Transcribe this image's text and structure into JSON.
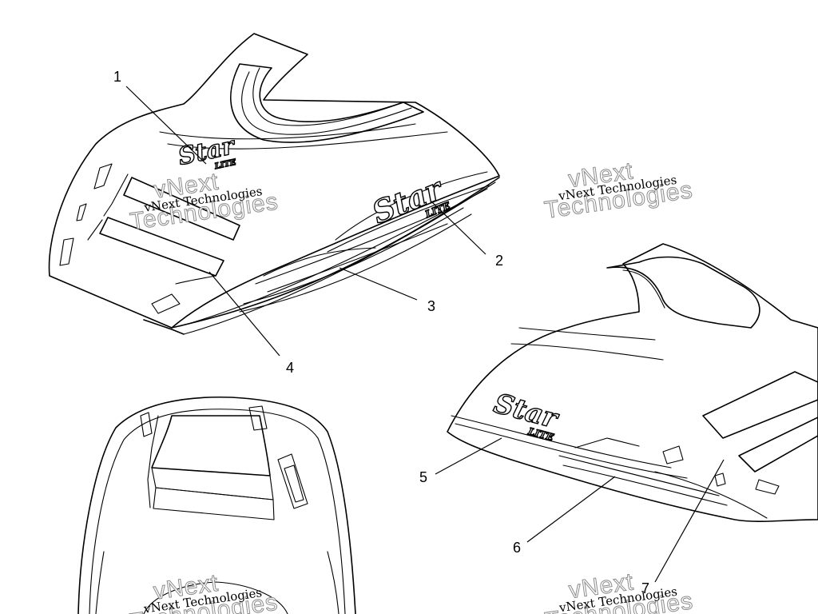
{
  "callouts": [
    "1",
    "2",
    "3",
    "4",
    "5",
    "6",
    "7"
  ],
  "watermark": {
    "line_small": "vNext Technologies",
    "line_big_1": "vNext",
    "line_big_2": "Technologies"
  },
  "decal_logo": {
    "word": "Star",
    "sub": "LITE"
  }
}
